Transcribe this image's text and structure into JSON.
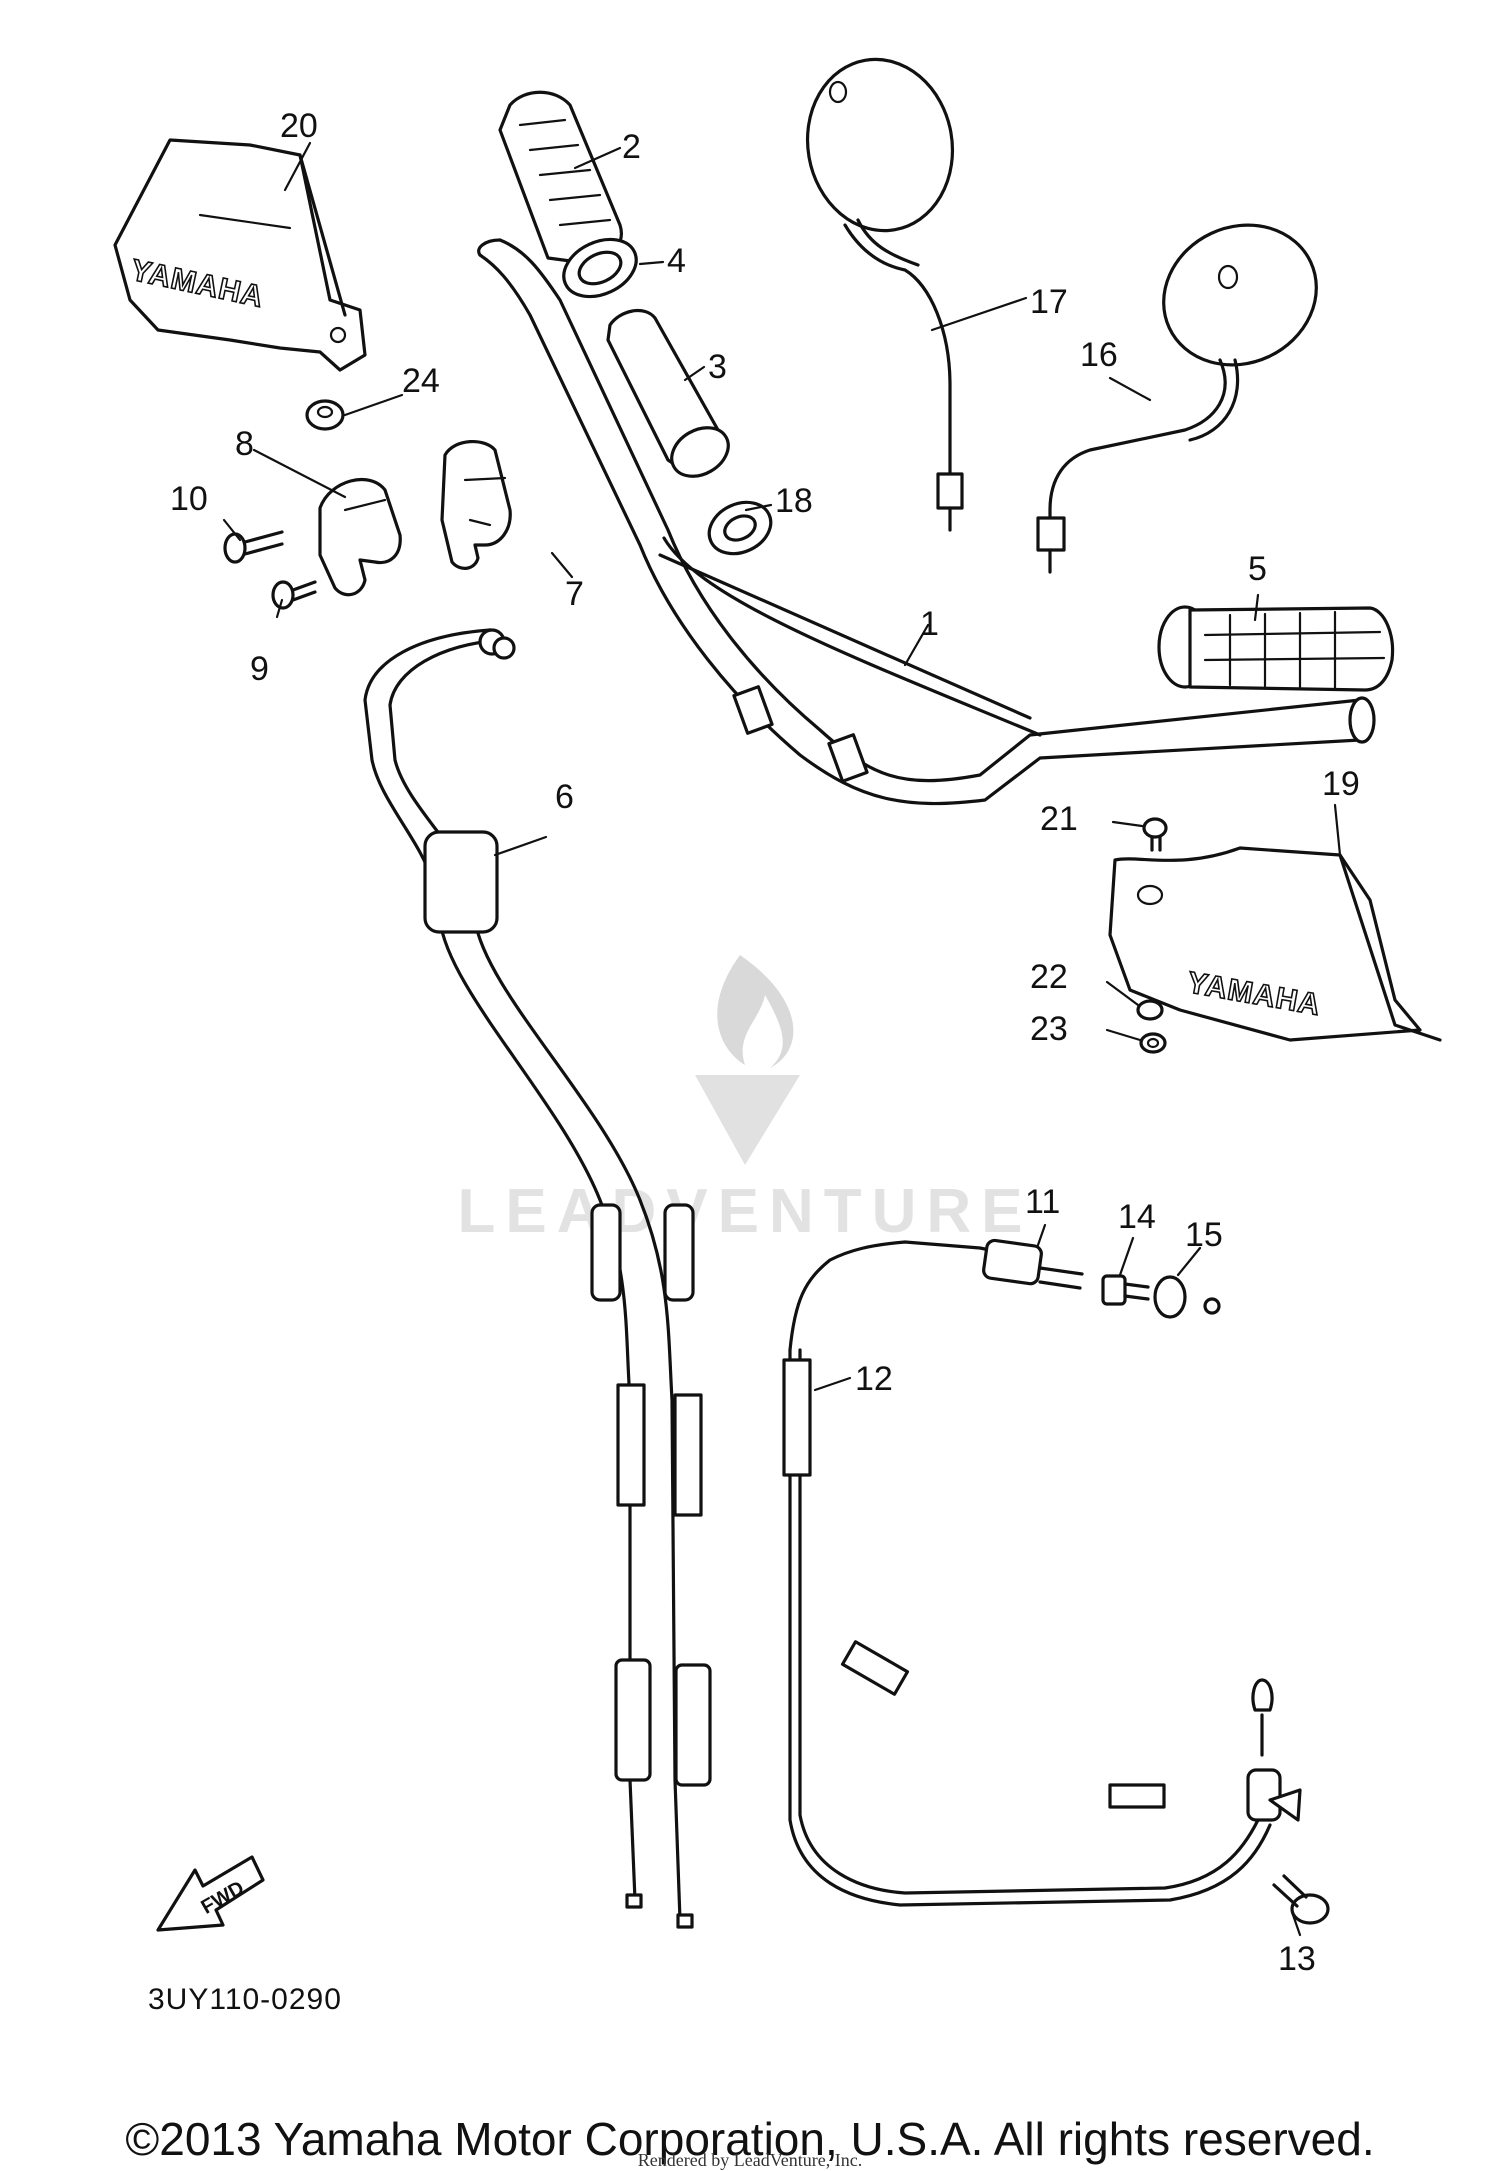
{
  "watermark": {
    "text": "LEADVENTURE"
  },
  "diagram": {
    "code": "3UY110-0290",
    "direction_label": "FWD",
    "brand_label": "YAMAHA",
    "callouts": [
      "1",
      "2",
      "3",
      "4",
      "5",
      "6",
      "7",
      "8",
      "9",
      "10",
      "11",
      "12",
      "13",
      "14",
      "15",
      "16",
      "17",
      "18",
      "19",
      "20",
      "21",
      "22",
      "23",
      "24"
    ]
  },
  "footer": {
    "copyright": "©2013 Yamaha Motor Corporation, U.S.A. All rights reserved.",
    "rendered_by": "Rendered by LeadVenture, Inc."
  }
}
